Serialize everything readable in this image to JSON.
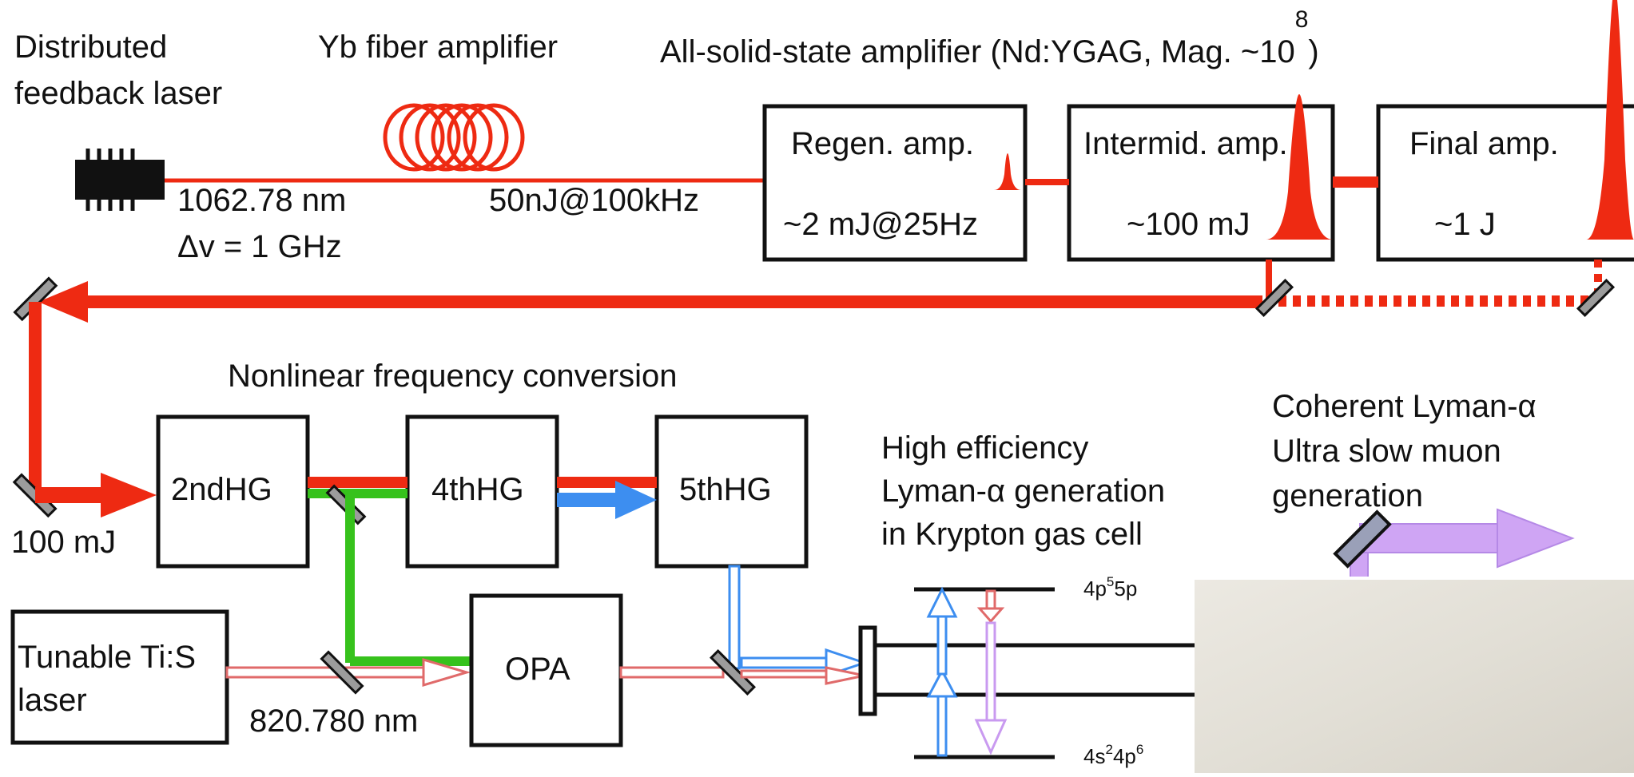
{
  "colors": {
    "background": "#ffffff",
    "ink": "#111111",
    "laser_ir": "#ee2a12",
    "second_harmonic": "#36c21c",
    "uv_fifth_harmonic": "#3d8ef0",
    "ti_sapphire": "#e06a6a",
    "lyman_alpha": "#c99af0",
    "muon_beam": "#cfa5f4",
    "mirror_fill": "#9c9c9c",
    "photo_inset": "#e9e7e1"
  },
  "labels": {
    "dfb_laser_line1": "Distributed",
    "dfb_laser_line2": "feedback laser",
    "yb_amp": "Yb fiber amplifier",
    "solid_state_amp": "All-solid-state amplifier (Nd:YGAG, Mag. ~10",
    "solid_state_amp_exp": "8",
    "solid_state_amp_close": ")",
    "wavelength": "1062.78 nm",
    "linewidth": "Δv = 1 GHz",
    "fiber_output": "50nJ@100kHz",
    "pump_energy": "100 mJ",
    "nonlinear_title": "Nonlinear frequency conversion",
    "tisa_wavelength": "820.780 nm",
    "krypton_line1": "High efficiency",
    "krypton_line2": "Lyman-α generation",
    "krypton_line3": "in Krypton gas cell",
    "muon_line1": "Coherent Lyman-α",
    "muon_line2": "Ultra slow muon",
    "muon_line3": "generation"
  },
  "boxes": {
    "regen": {
      "title": "Regen. amp.",
      "value": "~2 mJ@25Hz"
    },
    "intermid": {
      "title": "Intermid. amp.",
      "value": "~100 mJ"
    },
    "final": {
      "title": "Final amp.",
      "value": "~1 J"
    },
    "shg": {
      "label": "2ndHG"
    },
    "fhg": {
      "label": "4thHG"
    },
    "fifth": {
      "label": "5thHG"
    },
    "tisa": {
      "line1": "Tunable Ti:S",
      "line2": "laser"
    },
    "opa": {
      "label": "OPA"
    }
  },
  "levels": {
    "upper": {
      "base": "4p",
      "sup1": "5",
      "base2": "5p"
    },
    "lower": {
      "base": "4s",
      "sup1": "2",
      "base2": "4p",
      "sup2": "6"
    }
  }
}
